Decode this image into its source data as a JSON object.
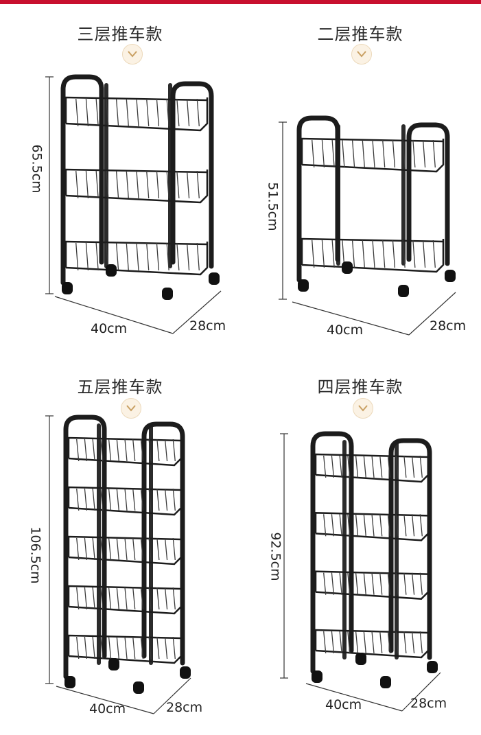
{
  "products": [
    {
      "title": "三层推车款",
      "height": "65.5cm",
      "width": "40cm",
      "depth": "28cm",
      "shelves": 3
    },
    {
      "title": "二层推车款",
      "height": "51.5cm",
      "width": "40cm",
      "depth": "28cm",
      "shelves": 2
    },
    {
      "title": "五层推车款",
      "height": "106.5cm",
      "width": "40cm",
      "depth": "28cm",
      "shelves": 5
    },
    {
      "title": "四层推车款",
      "height": "92.5cm",
      "width": "40cm",
      "depth": "28cm",
      "shelves": 4
    }
  ],
  "icons": {
    "badge": "chevron-down-icon"
  },
  "colors": {
    "accent": "#c9a063",
    "frame": "#1c1c1c",
    "top_bar": "#c8102e"
  }
}
